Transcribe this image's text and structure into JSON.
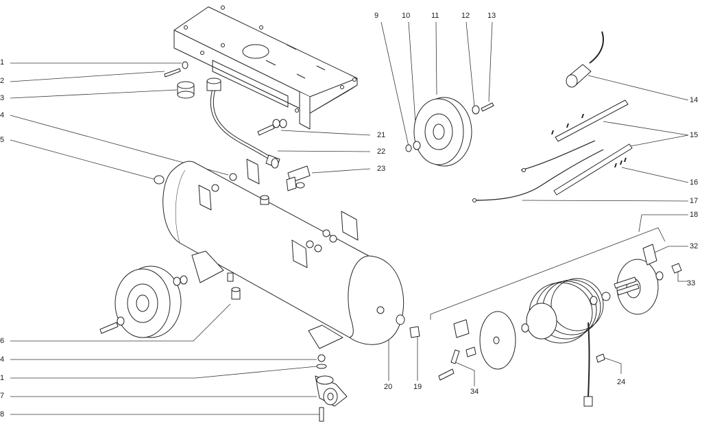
{
  "diagram": {
    "callouts": [
      {
        "id": "c1a",
        "label": "1"
      },
      {
        "id": "c2",
        "label": "2"
      },
      {
        "id": "c3",
        "label": "3"
      },
      {
        "id": "c4a",
        "label": "4"
      },
      {
        "id": "c5",
        "label": "5"
      },
      {
        "id": "c6",
        "label": "6"
      },
      {
        "id": "c4b",
        "label": "4"
      },
      {
        "id": "c1b",
        "label": "1"
      },
      {
        "id": "c7",
        "label": "7"
      },
      {
        "id": "c8",
        "label": "8"
      },
      {
        "id": "c9",
        "label": "9"
      },
      {
        "id": "c10",
        "label": "10"
      },
      {
        "id": "c11",
        "label": "11"
      },
      {
        "id": "c12",
        "label": "12"
      },
      {
        "id": "c13",
        "label": "13"
      },
      {
        "id": "c14",
        "label": "14"
      },
      {
        "id": "c15",
        "label": "15"
      },
      {
        "id": "c16",
        "label": "16"
      },
      {
        "id": "c17",
        "label": "17"
      },
      {
        "id": "c18",
        "label": "18"
      },
      {
        "id": "c32",
        "label": "32"
      },
      {
        "id": "c33",
        "label": "33"
      },
      {
        "id": "c21",
        "label": "21"
      },
      {
        "id": "c22",
        "label": "22"
      },
      {
        "id": "c23",
        "label": "23"
      },
      {
        "id": "c20",
        "label": "20"
      },
      {
        "id": "c19",
        "label": "19"
      },
      {
        "id": "c24",
        "label": "24"
      },
      {
        "id": "c34",
        "label": "34"
      }
    ]
  }
}
